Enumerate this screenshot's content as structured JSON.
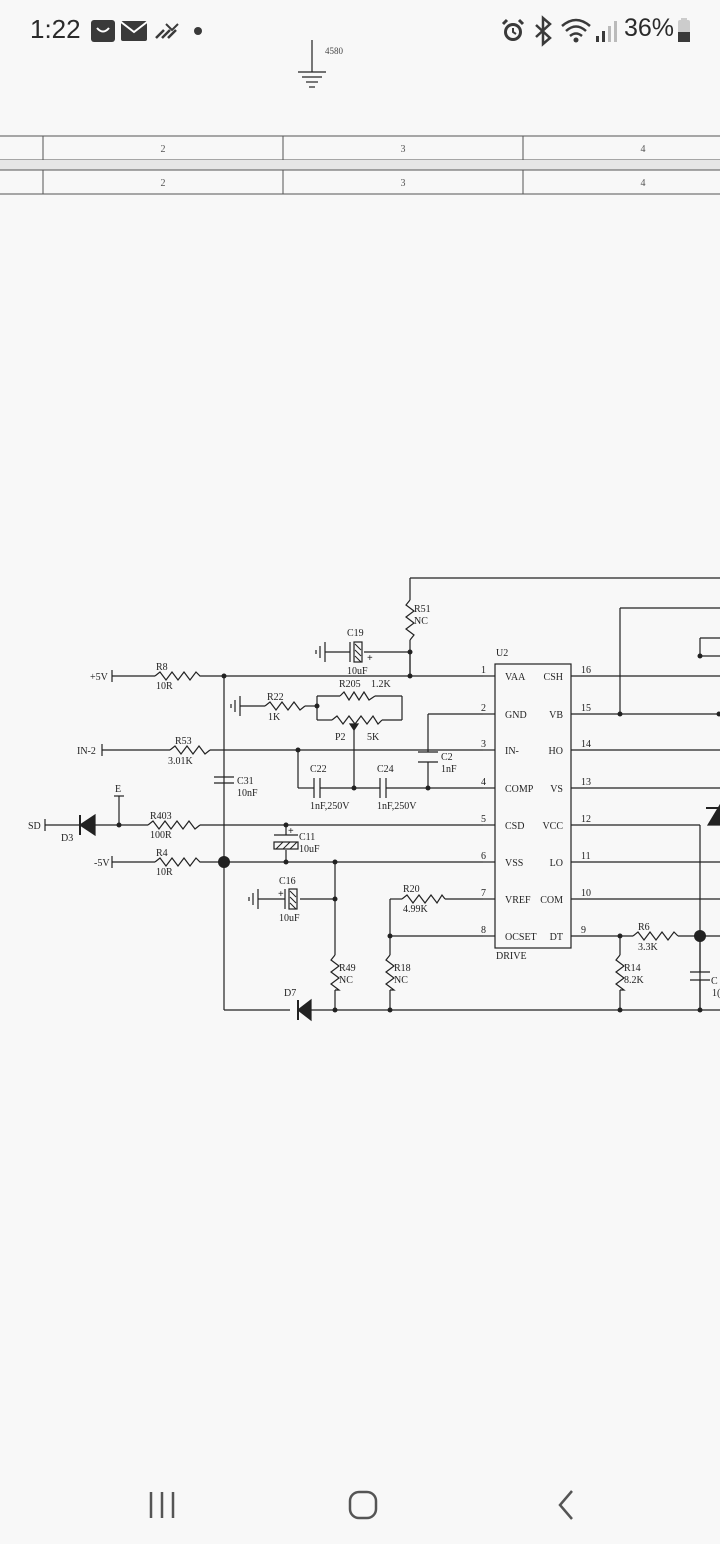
{
  "status_bar": {
    "time": "1:22",
    "battery": "36%",
    "icons": [
      "notification-icon",
      "mail-icon",
      "missed-call-icon",
      "dot-icon",
      "alarm-icon",
      "bluetooth-icon",
      "wifi-icon",
      "signal-icon",
      "battery-icon"
    ]
  },
  "top_partial_label": "4580",
  "frame": {
    "ruler_top": [
      "2",
      "3",
      "4"
    ],
    "ruler_bottom": [
      "2",
      "3",
      "4"
    ]
  },
  "schematic": {
    "nets": {
      "plus5v": "+5V",
      "in2": "IN-2",
      "sd": "SD",
      "minus5v": "-5V",
      "e": "E"
    },
    "ic": {
      "ref": "U2",
      "name": "DRIVE",
      "left_pins": [
        {
          "num": "1",
          "name": "VAA"
        },
        {
          "num": "2",
          "name": "GND"
        },
        {
          "num": "3",
          "name": "IN-"
        },
        {
          "num": "4",
          "name": "COMP"
        },
        {
          "num": "5",
          "name": "CSD"
        },
        {
          "num": "6",
          "name": "VSS"
        },
        {
          "num": "7",
          "name": "VREF"
        },
        {
          "num": "8",
          "name": "OCSET"
        }
      ],
      "right_pins": [
        {
          "num": "16",
          "name": "CSH"
        },
        {
          "num": "15",
          "name": "VB"
        },
        {
          "num": "14",
          "name": "HO"
        },
        {
          "num": "13",
          "name": "VS"
        },
        {
          "num": "12",
          "name": "VCC"
        },
        {
          "num": "11",
          "name": "LO"
        },
        {
          "num": "10",
          "name": "COM"
        },
        {
          "num": "9",
          "name": "DT"
        }
      ]
    },
    "components": {
      "r8": {
        "ref": "R8",
        "value": "10R"
      },
      "r53": {
        "ref": "R53",
        "value": "3.01K"
      },
      "r403": {
        "ref": "R403",
        "value": "100R"
      },
      "r4": {
        "ref": "R4",
        "value": "10R"
      },
      "r22": {
        "ref": "R22",
        "value": "1K"
      },
      "r205": {
        "ref": "R205",
        "value": "1.2K"
      },
      "p2": {
        "ref": "P2",
        "value": "5K"
      },
      "r51": {
        "ref": "R51",
        "value": "NC"
      },
      "c19": {
        "ref": "C19",
        "value": "10uF"
      },
      "c2": {
        "ref": "C2",
        "value": "1nF"
      },
      "c22": {
        "ref": "C22",
        "value": "1nF,250V"
      },
      "c24": {
        "ref": "C24",
        "value": "1nF,250V"
      },
      "c31": {
        "ref": "C31",
        "value": "10nF"
      },
      "c11": {
        "ref": "C11",
        "value": "10uF"
      },
      "c16": {
        "ref": "C16",
        "value": "10uF"
      },
      "r20": {
        "ref": "R20",
        "value": "4.99K"
      },
      "r49": {
        "ref": "R49",
        "value": "NC"
      },
      "r18": {
        "ref": "R18",
        "value": "NC"
      },
      "r14": {
        "ref": "R14",
        "value": "8.2K"
      },
      "r6": {
        "ref": "R6",
        "value": "3.3K"
      },
      "d3": {
        "ref": "D3"
      },
      "d7": {
        "ref": "D7"
      },
      "c_partial": {
        "ref": "C",
        "value": "1("
      }
    }
  },
  "nav_bar": {
    "recents": "recent-apps",
    "home": "home",
    "back": "back"
  }
}
